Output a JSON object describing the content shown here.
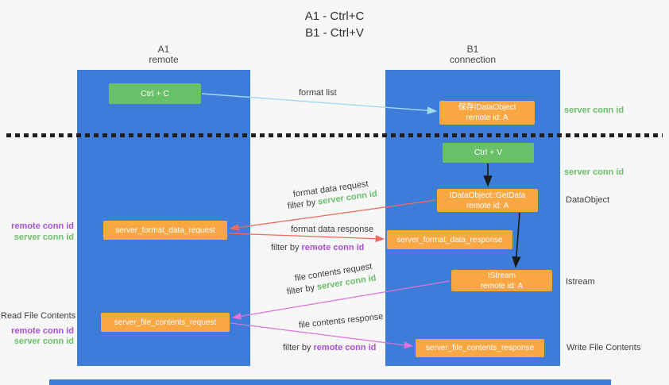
{
  "colors": {
    "lane_blue": "#3d7cd9",
    "box_green": "#6abf69",
    "box_orange": "#f9a743",
    "arrow_blue": "#9fd9f2",
    "arrow_red": "#ee6a5f",
    "arrow_pink": "#da74da",
    "text_green": "#6abf69",
    "text_purple": "#aa4fd6",
    "text_dark": "#3c3c3c"
  },
  "title": {
    "line1": "A1 - Ctrl+C",
    "line2": "B1 - Ctrl+V"
  },
  "lanes": {
    "left": {
      "name": "A1",
      "subtitle": "remote"
    },
    "right": {
      "name": "B1",
      "subtitle": "connection"
    }
  },
  "nodes": {
    "ctrl_c": {
      "label": "Ctrl + C"
    },
    "ctrl_v": {
      "label": "Ctrl + V"
    },
    "save_idataobject": {
      "line1": "保存IDataObject",
      "line2": "remote id: A"
    },
    "getdata": {
      "line1": "IDataObject::GetData",
      "line2": "remote id: A"
    },
    "istream": {
      "line1": "IStream",
      "line2": "remote id: A"
    },
    "format_request": {
      "label": "server_format_data_request"
    },
    "format_response": {
      "label": "server_format_data_response"
    },
    "file_request": {
      "label": "server_file_contents_request"
    },
    "file_response": {
      "label": "server_file_contents_response"
    }
  },
  "edge_labels": {
    "format_list": "format list",
    "format_data_request": "format data request",
    "format_data_response": "format data response",
    "file_contents_request": "file contents request",
    "file_contents_response": "file contents response",
    "filter_by": "filter by",
    "server_conn_id": "server conn id",
    "remote_conn_id": "remote conn id"
  },
  "side_labels": {
    "server_conn_id_top": "server conn id",
    "server_conn_id_mid": "server conn id",
    "dataobject": "DataObject",
    "istream": "Istream",
    "write_file_contents": "Write File Contents",
    "read_file_contents": "Read File Contents",
    "left_remote_conn_id_1": "remote conn id",
    "left_server_conn_id_1": "server conn id",
    "left_remote_conn_id_2": "remote conn id",
    "left_server_conn_id_2": "server conn id"
  }
}
